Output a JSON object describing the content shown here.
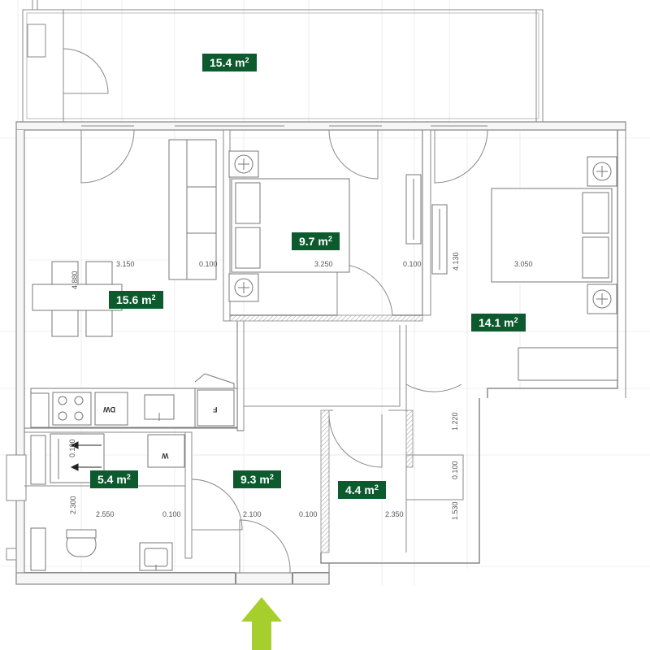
{
  "rooms": [
    {
      "id": "balcony",
      "area": "15.4 m",
      "unit_sup": "2"
    },
    {
      "id": "bedroom-small",
      "area": "9.7 m",
      "unit_sup": "2"
    },
    {
      "id": "living-kitchen",
      "area": "15.6 m",
      "unit_sup": "2"
    },
    {
      "id": "bedroom-master",
      "area": "14.1 m",
      "unit_sup": "2"
    },
    {
      "id": "bathroom",
      "area": "5.4 m",
      "unit_sup": "2"
    },
    {
      "id": "hallway",
      "area": "9.3 m",
      "unit_sup": "2"
    },
    {
      "id": "storage",
      "area": "4.4 m",
      "unit_sup": "2"
    }
  ],
  "dimensions": {
    "living_width": "3.150",
    "living_gap": "0.100",
    "bedroom_small_width": "3.250",
    "bedroom_gap": "0.100",
    "bedroom_master_width": "3.050",
    "living_depth": "4.880",
    "bedroom_master_depth": "4.130",
    "bath_width": "2.550",
    "bath_gap": "0.100",
    "hall_width": "2.100",
    "hall_gap": "0.100",
    "storage_width": "2.350",
    "bath_depth": "2.300",
    "bath_small": "0.100",
    "right_top": "1.220",
    "right_mid": "0.100",
    "right_bottom": "1.530"
  },
  "appliances": {
    "dishwasher": "DW",
    "fridge": "F",
    "washer": "W"
  },
  "entrance": {
    "arrow_color": "#a6cf2e"
  },
  "colors": {
    "label_bg": "#0c5a2e",
    "wall": "#8a8a8a"
  }
}
